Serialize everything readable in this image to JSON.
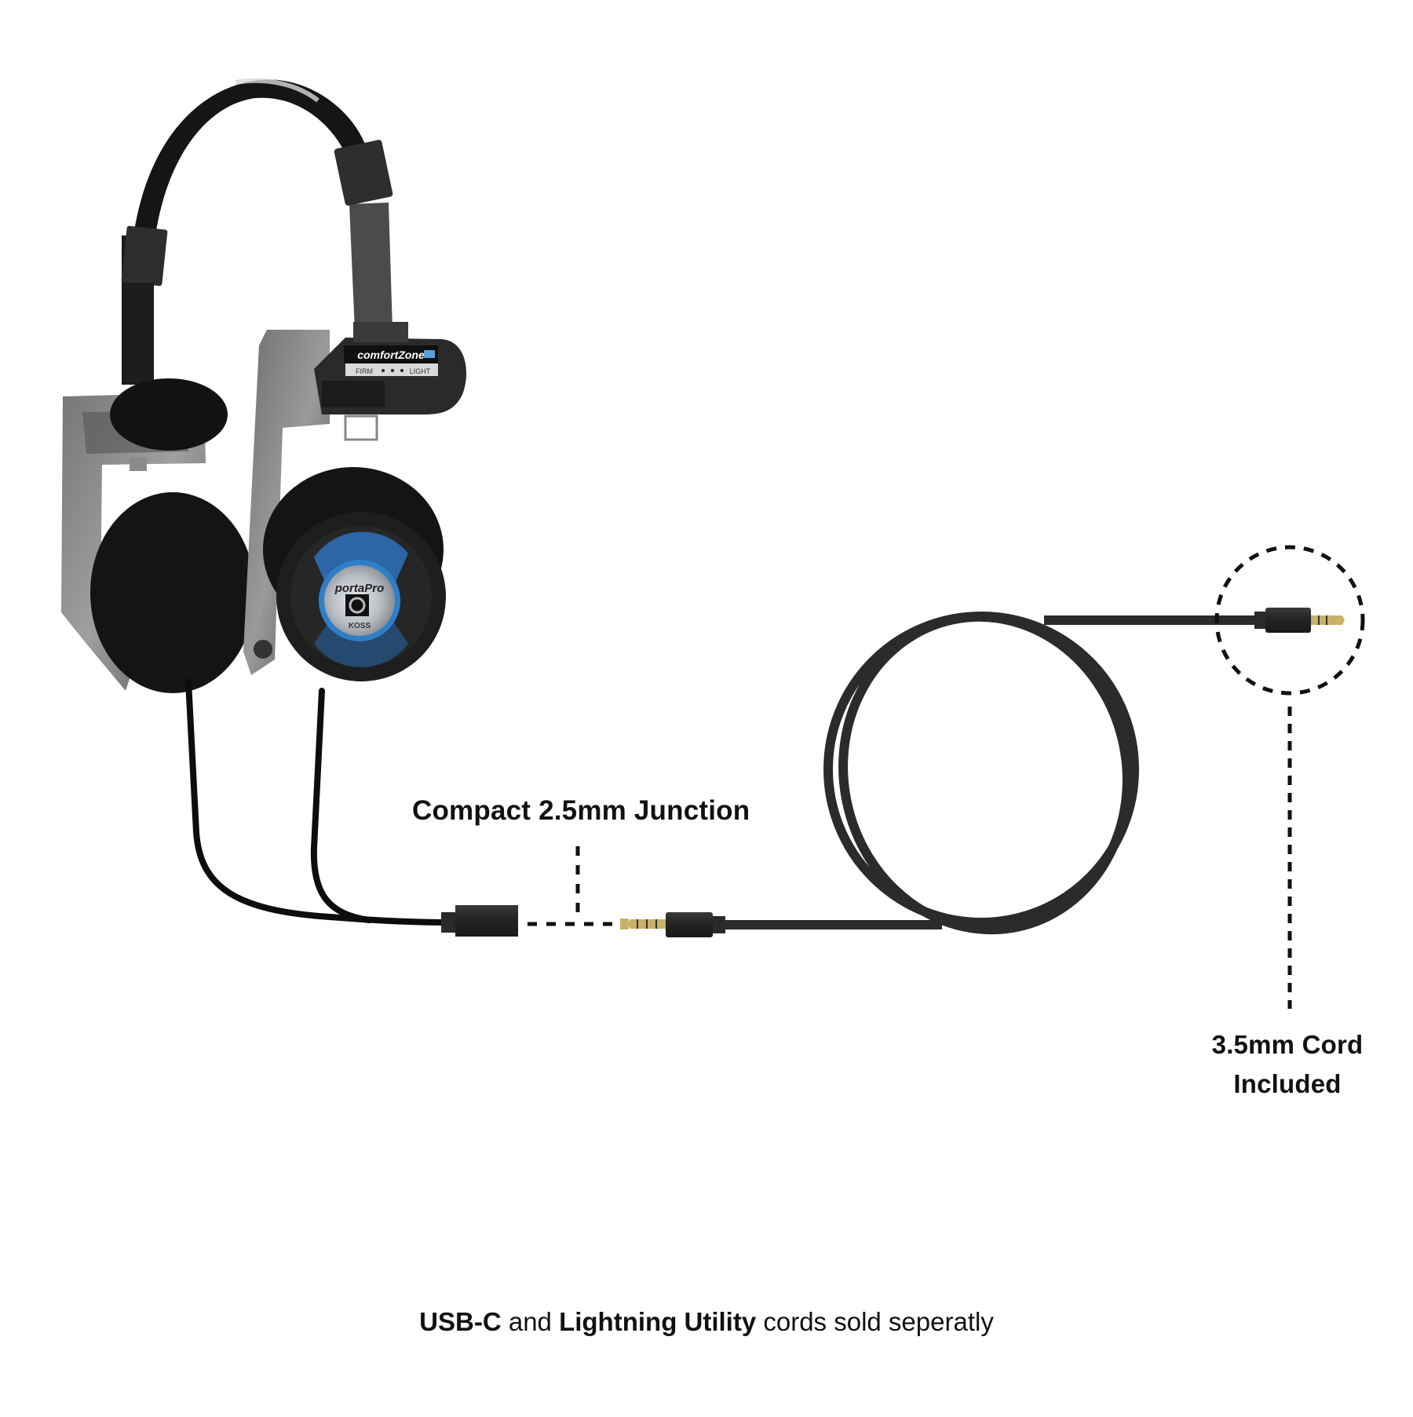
{
  "product": {
    "brand": "KOSS",
    "model": "portaPro",
    "comfort_zone": {
      "label": "comfortZone",
      "scale_left": "FIRM",
      "scale_right": "LIGHT"
    }
  },
  "callouts": {
    "junction": "Compact 2.5mm Junction",
    "cord_line1": "3.5mm Cord",
    "cord_line2": "Included"
  },
  "footer": {
    "part1_bold": "USB-C",
    "part2": " and ",
    "part3_bold": "Lightning Utility",
    "part4": " cords sold seperatly"
  },
  "colors": {
    "background": "#ffffff",
    "text": "#111111",
    "cable": "#2b2b2b",
    "accent_blue": "#2f6db5",
    "metal": "#c9ccd0",
    "jack_gold": "#c8b26a"
  }
}
